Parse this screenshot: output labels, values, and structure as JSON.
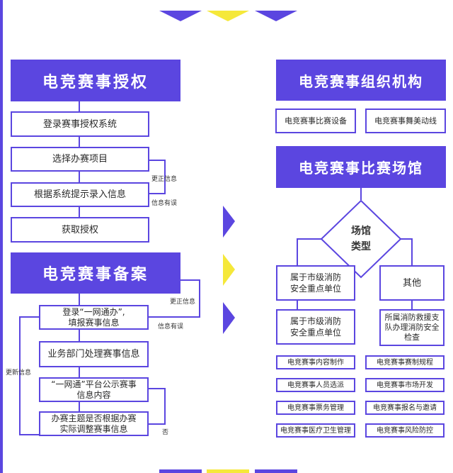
{
  "left": {
    "auth_title": "电竞赛事授权",
    "auth_steps": [
      "登录赛事授权系统",
      "选择办赛项目",
      "根据系统提示录入信息",
      "获取授权"
    ],
    "auth_notes": [
      "更正信息",
      "信息有误"
    ],
    "record_title": "电竞赛事备案",
    "record_steps": [
      "登录“一网通办”,\n填报赛事信息",
      "业务部门处理赛事信息",
      "“一网通”平台公示赛事\n信息内容",
      "办赛主题是否根据办赛\n实际调整赛事信息"
    ],
    "record_notes": [
      "更正信息",
      "信息有误",
      "更新信息",
      "否"
    ]
  },
  "right": {
    "org_title": "电竞赛事组织机构",
    "org_items": [
      "电竞赛事比赛设备",
      "电竞赛事舞美动线"
    ],
    "venue_title": "电竞赛事比赛场馆",
    "venue_diamond": "场馆\n类型",
    "venue_left": [
      "属于市级消防\n安全重点单位",
      "属于市级消防\n安全重点单位"
    ],
    "venue_right": [
      "其他",
      "所属消防救援支\n队办理消防安全\n检查"
    ],
    "grid_items": [
      "电竞赛事内容制作",
      "电竞赛事赛制规程",
      "电竞赛事人员选派",
      "电竞赛事市场开发",
      "电竞赛事票务管理",
      "电竞赛事报名与邀请",
      "电竞赛事医疗卫生管理",
      "电竞赛事风险防控"
    ]
  },
  "colors": {
    "accent": "#5b46e0",
    "yellow": "#f5e83a"
  }
}
